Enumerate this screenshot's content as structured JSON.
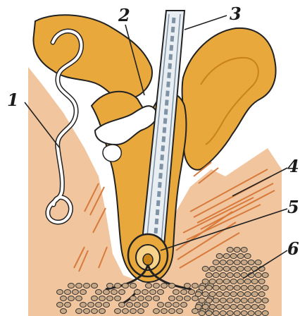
{
  "labels": {
    "l1": "1",
    "l2": "2",
    "l3": "3",
    "l4": "4",
    "l5": "5",
    "l6": "6"
  },
  "colors": {
    "skin_base": "#f1c59e",
    "epidermis": "#e8a83c",
    "epidermis_dark": "#c98318",
    "sebum": "#ffffff",
    "hair_shaft": "#e9eef2",
    "hair_stripe": "#7f93a6",
    "muscle": "#d77a3b",
    "outline": "#222222",
    "fat_cells": "#c9a886"
  },
  "icons": {
    "sweat_gland": "coiled-tube-icon",
    "sebaceous_gland": "gland-icon",
    "hair": "hair-shaft-icon",
    "muscle": "arrector-pili-icon",
    "bulb": "hair-bulb-icon",
    "fat": "fat-cells-icon"
  }
}
